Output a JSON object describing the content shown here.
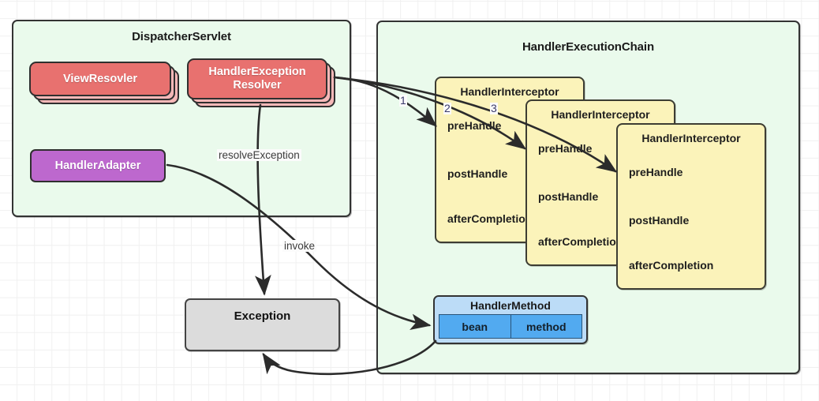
{
  "diagram": {
    "type": "uml-component-diagram",
    "background": {
      "grid": true,
      "grid_color": "#f0f0f0",
      "page_color": "#ffffff"
    },
    "palette": {
      "container_fill": "#eafaec",
      "container_stroke": "#333333",
      "resolver_fill": "#e8716f",
      "resolver_shadow_fill": "#f6b8b8",
      "adapter_fill": "#bd68ce",
      "interceptor_fill": "#fbf3ba",
      "interceptor_stroke": "#3d3d33",
      "exception_fill": "#dcdcdc",
      "handler_method_header_fill": "#bcdcf7",
      "handler_method_cell_fill": "#52aaf0",
      "edge_stroke": "#2b2b2b",
      "number_label_color": "#3b3b6b"
    }
  },
  "containers": [
    {
      "id": "dispatcher",
      "title": "DispatcherServlet"
    },
    {
      "id": "chain",
      "title": "HandlerExecutionChain"
    }
  ],
  "nodes": {
    "view_resolver": {
      "label": "ViewResovler",
      "stacked": true
    },
    "handler_exception_resolver": {
      "label": "HandlerException\nResolver",
      "line1": "HandlerException",
      "line2": "Resolver",
      "stacked": true
    },
    "handler_adapter": {
      "label": "HandlerAdapter"
    },
    "exception": {
      "label": "Exception"
    },
    "handler_method": {
      "title": "HandlerMethod",
      "cells": [
        "bean",
        "method"
      ]
    }
  },
  "interceptors": [
    {
      "title": "HandlerInterceptor",
      "methods": [
        "preHandle",
        "postHandle",
        "afterCompletion"
      ]
    },
    {
      "title": "HandlerInterceptor",
      "methods": [
        "preHandle",
        "postHandle",
        "afterCompletion"
      ]
    },
    {
      "title": "HandlerInterceptor",
      "methods": [
        "preHandle",
        "postHandle",
        "afterCompletion"
      ]
    }
  ],
  "edge_labels": {
    "resolve_exception": "resolveException",
    "invoke": "invoke",
    "step_1": "1",
    "step_2": "2",
    "step_3": "3"
  }
}
